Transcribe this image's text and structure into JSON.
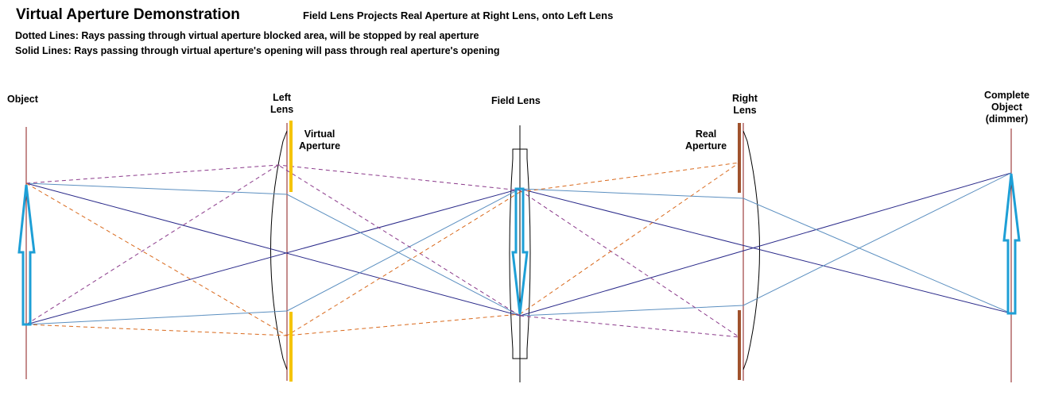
{
  "header": {
    "title": "Virtual Aperture Demonstration",
    "subtitle": "Field Lens Projects Real Aperture at Right Lens, onto Left Lens"
  },
  "notes": {
    "dotted": "Dotted Lines:  Rays passing through virtual aperture blocked area, will be stopped by real aperture",
    "solid": "Solid Lines:  Rays passing through virtual aperture's opening will pass through real aperture's opening"
  },
  "labels": {
    "object": "Object",
    "left_lens": [
      "Left",
      "Lens"
    ],
    "virtual_aperture": [
      "Virtual",
      "Aperture"
    ],
    "field_lens": "Field Lens",
    "right_lens": [
      "Right",
      "Lens"
    ],
    "real_aperture": [
      "Real",
      "Aperture"
    ],
    "complete_object": [
      "Complete",
      "Object",
      "(dimmer)"
    ]
  },
  "colors": {
    "axis_line": "#8b1a1a",
    "lens_outline": "#000000",
    "virtual_aperture": "#f5c400",
    "real_aperture": "#a0522d",
    "arrow": "#1e9fd6",
    "solid_ray_dark": "#2a2a8a",
    "solid_ray_light": "#5b8fc0",
    "dashed_ray_purple": "#8b3a8b",
    "dashed_ray_orange": "#d9691c"
  }
}
